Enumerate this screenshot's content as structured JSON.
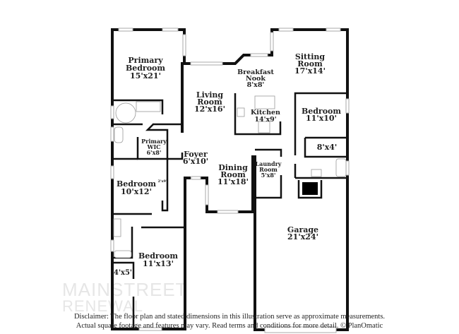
{
  "rooms": {
    "primary_bedroom": {
      "name": "Primary Bedroom",
      "name_l1": "Primary",
      "name_l2": "Bedroom",
      "dims": "15'x21'"
    },
    "living_room": {
      "name_l1": "Living",
      "name_l2": "Room",
      "dims": "12'x16'"
    },
    "breakfast_nook": {
      "name_l1": "Breakfast",
      "name_l2": "Nook",
      "dims": "8'x8'"
    },
    "sitting_room": {
      "name_l1": "Sitting",
      "name_l2": "Room",
      "dims": "17'x14'"
    },
    "kitchen": {
      "name": "Kitchen",
      "dims": "14'x9'"
    },
    "bedroom_east": {
      "name": "Bedroom",
      "dims": "11'x10'"
    },
    "closet_east": {
      "dims": "8'x4'"
    },
    "primary_wic": {
      "name_l1": "Primary",
      "name_l2": "WIC",
      "dims": "6'x8'"
    },
    "foyer": {
      "name": "Foyer",
      "dims": "6'x10'"
    },
    "dining_room": {
      "name_l1": "Dining",
      "name_l2": "Room",
      "dims": "11'x18'"
    },
    "laundry_room": {
      "name_l1": "Laundry",
      "name_l2": "Room",
      "dims": "5'x8'"
    },
    "bedroom_west": {
      "name": "Bedroom",
      "dims": "10'x12'"
    },
    "closet_hall": {
      "dims": "2'x9'"
    },
    "garage": {
      "name": "Garage",
      "dims": "21'x24'"
    },
    "bedroom_south": {
      "name": "Bedroom",
      "dims": "11'x13'"
    },
    "closet_south": {
      "dims": "4'x5'"
    }
  },
  "watermark": {
    "line1": "MAINSTREET",
    "line2": "RENEWAL"
  },
  "disclaimer": {
    "line1": "Disclaimer: The floor plan and stated dimensions in this illustration serve as approximate measurements.",
    "line2": "Actual square footage and features may vary. Read terms and conditions for more detail. © PlanOmatic"
  }
}
